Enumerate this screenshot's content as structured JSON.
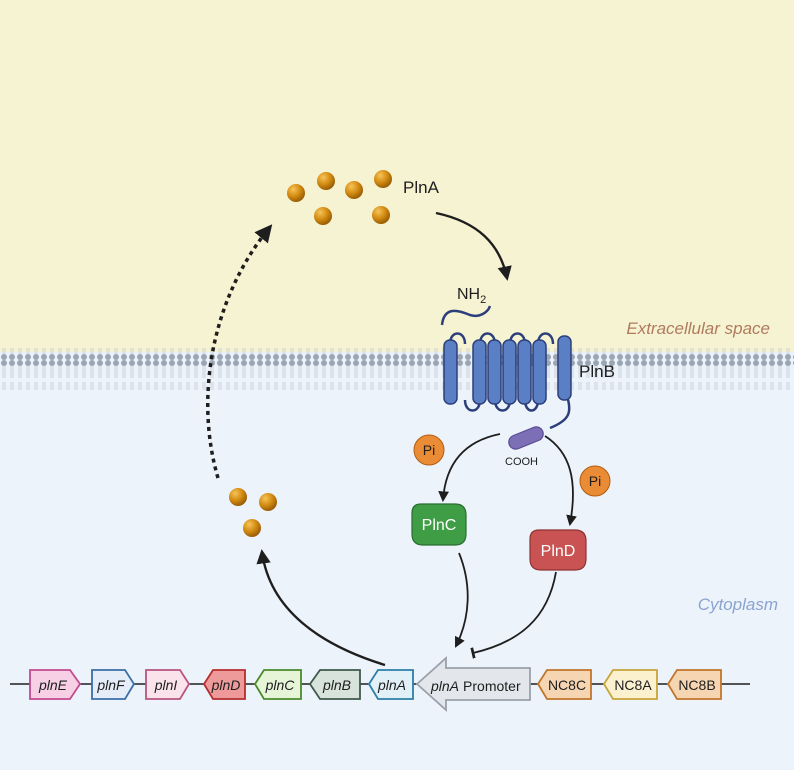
{
  "labels": {
    "plna": "PlnA",
    "plnb": "PlnB",
    "nh2_main": "NH",
    "nh2_sub": "2",
    "cooh": "COOH",
    "extracellular": "Extracellular space",
    "cytoplasm": "Cytoplasm"
  },
  "proteins": {
    "plnc": "PlnC",
    "plnd": "PlnD",
    "pi": "Pi"
  },
  "genes": {
    "plnE": "plnE",
    "plnF": "plnF",
    "plnI": "plnI",
    "plnD": "plnD",
    "plnC": "plnC",
    "plnB": "plnB",
    "plnA": "plnA",
    "promoter_gene": "plnA",
    "promoter_word": "Promoter",
    "nc8c": "NC8C",
    "nc8a": "NC8A",
    "nc8b": "NC8B"
  },
  "colors": {
    "extracellular_bg": "#f6f3d2",
    "cytoplasm_bg": "#edf3fb",
    "peptide": "#d48c12",
    "receptor": "#5b7fc4",
    "plnc": "#3f9d45",
    "plnd": "#c95353",
    "pi": "#ea8c35"
  }
}
